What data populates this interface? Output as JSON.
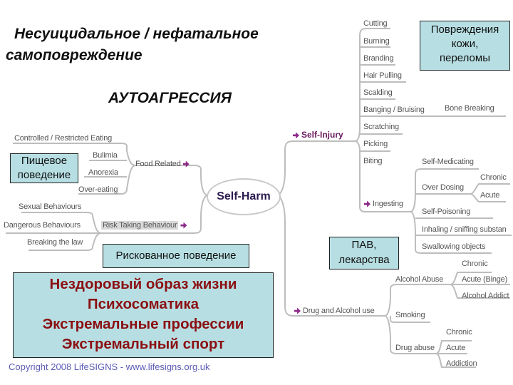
{
  "headings": {
    "title_line1": "Несуицидальное / нефатальное",
    "title_line2": "самоповреждение",
    "subtitle": "АУТОАГРЕССИЯ"
  },
  "annotations": {
    "skin": [
      "Повреждения",
      "кожи,",
      "переломы"
    ],
    "food": [
      "Пищевое",
      "поведение"
    ],
    "risk": "Рискованное поведение",
    "pav": [
      "ПАВ,",
      "лекарства"
    ],
    "unhealthy": [
      "Нездоровый образ жизни",
      "Психосоматика",
      "Экстремальные профессии",
      "Экстремальный спорт"
    ]
  },
  "mindmap": {
    "center": "Self-Harm",
    "self_injury": {
      "label": "Self-Injury",
      "items": [
        "Cutting",
        "Burning",
        "Branding",
        "Hair Pulling",
        "Scalding",
        "Banging / Bruising",
        "Scratching",
        "Picking",
        "Biting"
      ],
      "banging_child": "Bone Breaking",
      "ingesting": {
        "label": "Ingesting",
        "items": [
          "Self-Medicating",
          "Over Dosing",
          "Self-Poisoning",
          "Inhaling / sniffing substan",
          "Swallowing objects"
        ],
        "over_dosing_children": [
          "Chronic",
          "Acute"
        ]
      }
    },
    "food_related": {
      "label": "Food Related",
      "items": [
        "Controlled / Restricted Eating",
        "Bulimia",
        "Anorexia",
        "Over-eating"
      ]
    },
    "risk_taking": {
      "label": "Risk Taking Behaviour",
      "items": [
        "Sexual Behaviours",
        "Dangerous Behaviours",
        "Breaking the law"
      ]
    },
    "drug_alcohol": {
      "label": "Drug and Alcohol use",
      "alcohol_abuse": {
        "label": "Alcohol Abuse",
        "items": [
          "Chronic",
          "Acute (Binge)",
          "Alcohol Addict"
        ]
      },
      "smoking": "Smoking",
      "drug_abuse": {
        "label": "Drug abuse",
        "items": [
          "Chronic",
          "Acute",
          "Addiction"
        ]
      }
    }
  },
  "footer": {
    "copyright": "Copyright 2008 LifeSIGNS - www.lifesigns.org.uk"
  }
}
